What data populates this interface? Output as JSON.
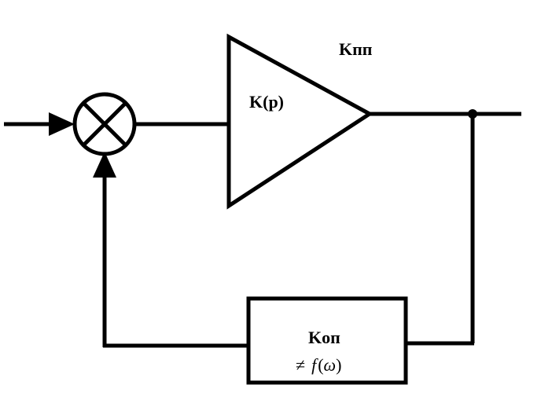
{
  "diagram": {
    "amplifier_label": "K(p)",
    "forward_gain_label": "Kпп",
    "feedback_block": {
      "title": "Kоп",
      "neq_symbol": "≠",
      "func_name": "f",
      "func_open": "(",
      "func_arg": "ω",
      "func_close": ")"
    }
  }
}
